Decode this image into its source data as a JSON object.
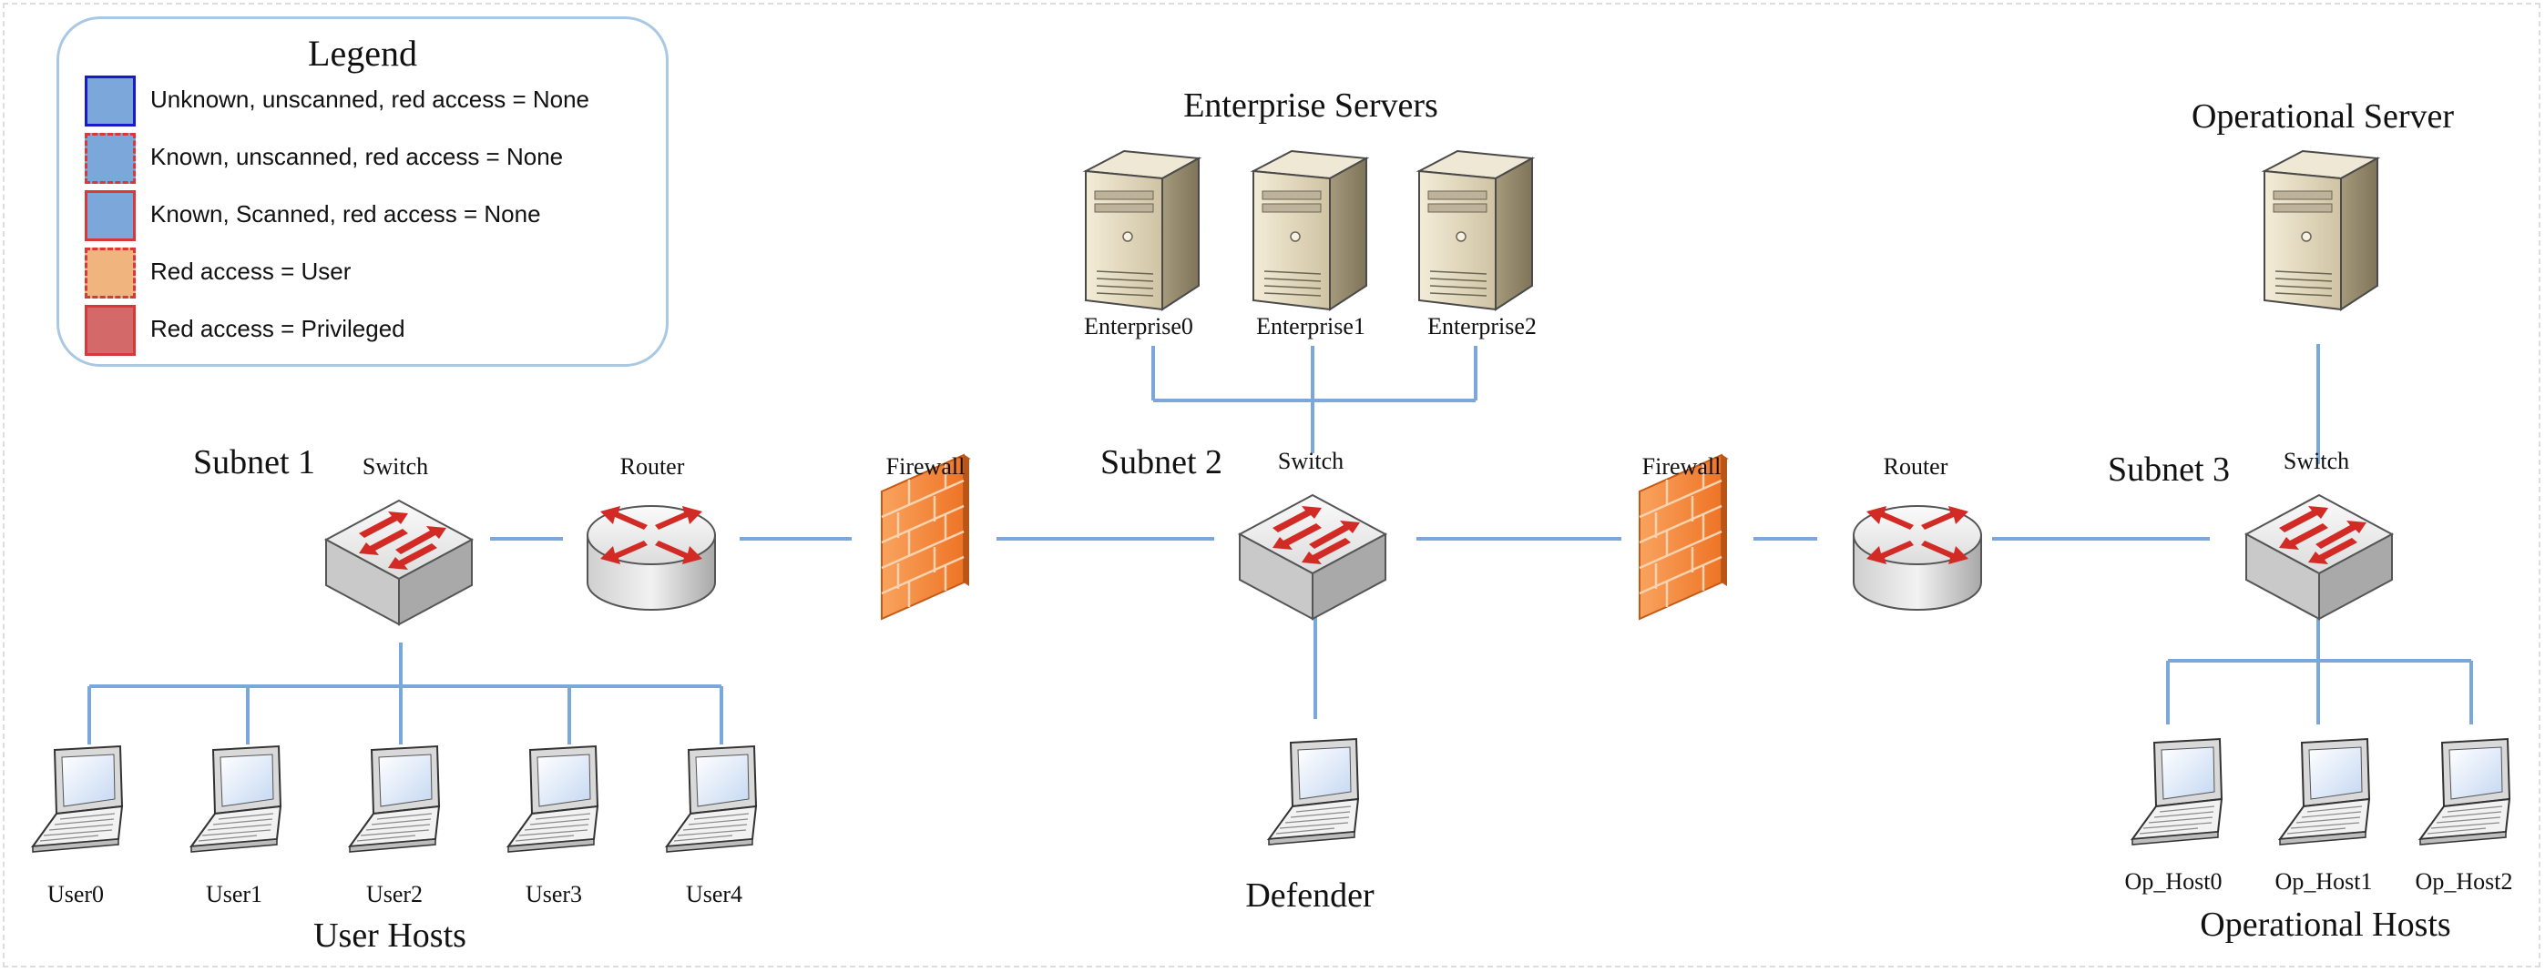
{
  "legend": {
    "title": "Legend",
    "items": [
      {
        "label": "Unknown, unscanned, red access = None",
        "fill": "#7ba7da",
        "border": "#1a1acc",
        "border_style": "solid"
      },
      {
        "label": "Known, unscanned, red access = None",
        "fill": "#7ba7da",
        "border": "#d9373a",
        "border_style": "dashed"
      },
      {
        "label": "Known, Scanned, red access = None",
        "fill": "#7ba7da",
        "border": "#d9373a",
        "border_style": "solid"
      },
      {
        "label": "Red access = User",
        "fill": "#f0b47e",
        "border": "#d9373a",
        "border_style": "dashed"
      },
      {
        "label": "Red access = Privileged",
        "fill": "#d4696a",
        "border": "#d9373a",
        "border_style": "solid"
      }
    ]
  },
  "subnets": {
    "subnet1": "Subnet 1",
    "subnet2": "Subnet 2",
    "subnet3": "Subnet 3"
  },
  "devices": {
    "switch1": "Switch",
    "router1": "Router",
    "firewall1": "Firewall",
    "switch2": "Switch",
    "firewall2": "Firewall",
    "router2": "Router",
    "switch3": "Switch"
  },
  "groups": {
    "enterprise_servers": "Enterprise Servers",
    "operational_server": "Operational Server",
    "user_hosts": "User Hosts",
    "defender": "Defender",
    "operational_hosts": "Operational Hosts"
  },
  "hosts": {
    "users": [
      "User0",
      "User1",
      "User2",
      "User3",
      "User4"
    ],
    "enterprise": [
      "Enterprise0",
      "Enterprise1",
      "Enterprise2"
    ],
    "op_hosts": [
      "Op_Host0",
      "Op_Host1",
      "Op_Host2"
    ]
  },
  "colors": {
    "link": "#7ba7da",
    "firewall": "#f07a2c",
    "device_arrow": "#d22a25"
  }
}
